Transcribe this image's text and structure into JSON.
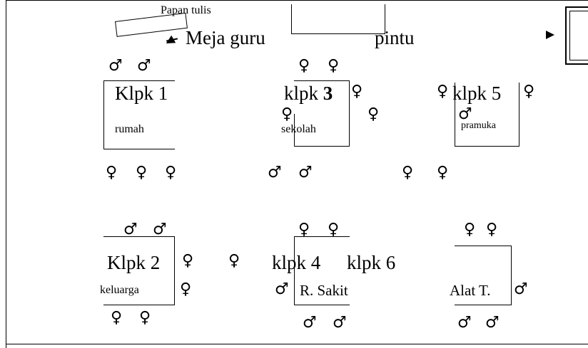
{
  "room": {
    "papan_tulis": "Papan tulis",
    "meja_guru": "Meja guru",
    "pintu": "pintu"
  },
  "groups": {
    "klpk1": {
      "name": "Klpk 1",
      "topic": "rumah"
    },
    "klpk3": {
      "name_prefix": "klpk ",
      "name_num": "3",
      "topic": "sekolah"
    },
    "klpk5": {
      "name": "klpk 5",
      "topic": "pramuka"
    },
    "klpk2": {
      "name": "Klpk 2",
      "topic": "keluarga"
    },
    "klpk4": {
      "name": "klpk  4"
    },
    "klpk6": {
      "name": "klpk 6"
    },
    "rsakit": {
      "topic": "R. Sakit"
    },
    "alat": {
      "topic": "Alat T."
    }
  },
  "symbols": {
    "male": "♂",
    "female": "♀"
  }
}
